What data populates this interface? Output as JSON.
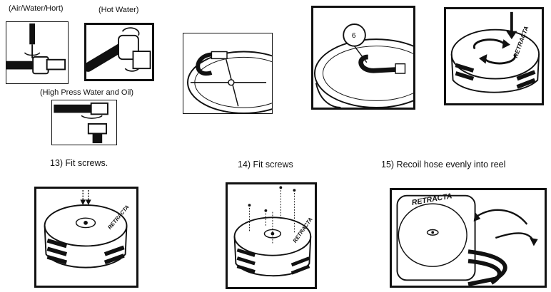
{
  "labels": {
    "air": "(Air/Water/Hort)",
    "hot": "(Hot Water)",
    "high": "(High Press Water and Oil)"
  },
  "steps": {
    "s13": "13) Fit screws.",
    "s14": "14) Fit screws",
    "s15": "15) Recoil hose evenly into reel"
  },
  "brand": {
    "logo": "RETRACTA"
  }
}
